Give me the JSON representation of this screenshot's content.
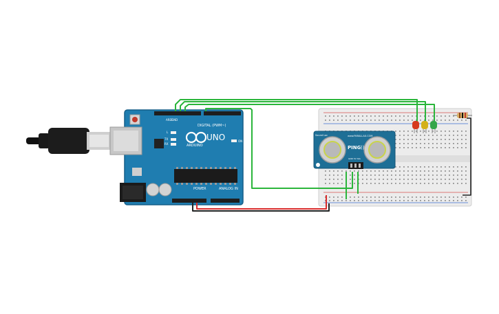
{
  "arduino": {
    "brand": "ARDUINO",
    "model": "UNO",
    "digital_label": "DIGITAL (PWM~)",
    "power_label": "POWER",
    "analog_label": "ANALOG IN",
    "aref_label": "AREF",
    "gnd_label": "GND",
    "on_label": "ON",
    "tx_label": "TX",
    "rx_label": "RX",
    "l_label": "L"
  },
  "sensor": {
    "model": "PING",
    "model_suffix": "))",
    "brand": "www.PARALLAX.COM",
    "corner_label": "Sound Loc",
    "pins_label": "GND 5V SIG"
  },
  "colors": {
    "board": "#1f7db0",
    "board_edge": "#155f88",
    "wire_green": "#2ab53a",
    "wire_red": "#d92b2b",
    "wire_black": "#222222",
    "breadboard": "#ececec",
    "led_red": "#d63a1d",
    "led_yellow": "#d4b019",
    "led_green": "#35a64a",
    "sensor_pcb": "#1e6f96"
  },
  "leds": [
    {
      "name": "led-red",
      "color": "red"
    },
    {
      "name": "led-yellow",
      "color": "yellow"
    },
    {
      "name": "led-green",
      "color": "green"
    }
  ]
}
